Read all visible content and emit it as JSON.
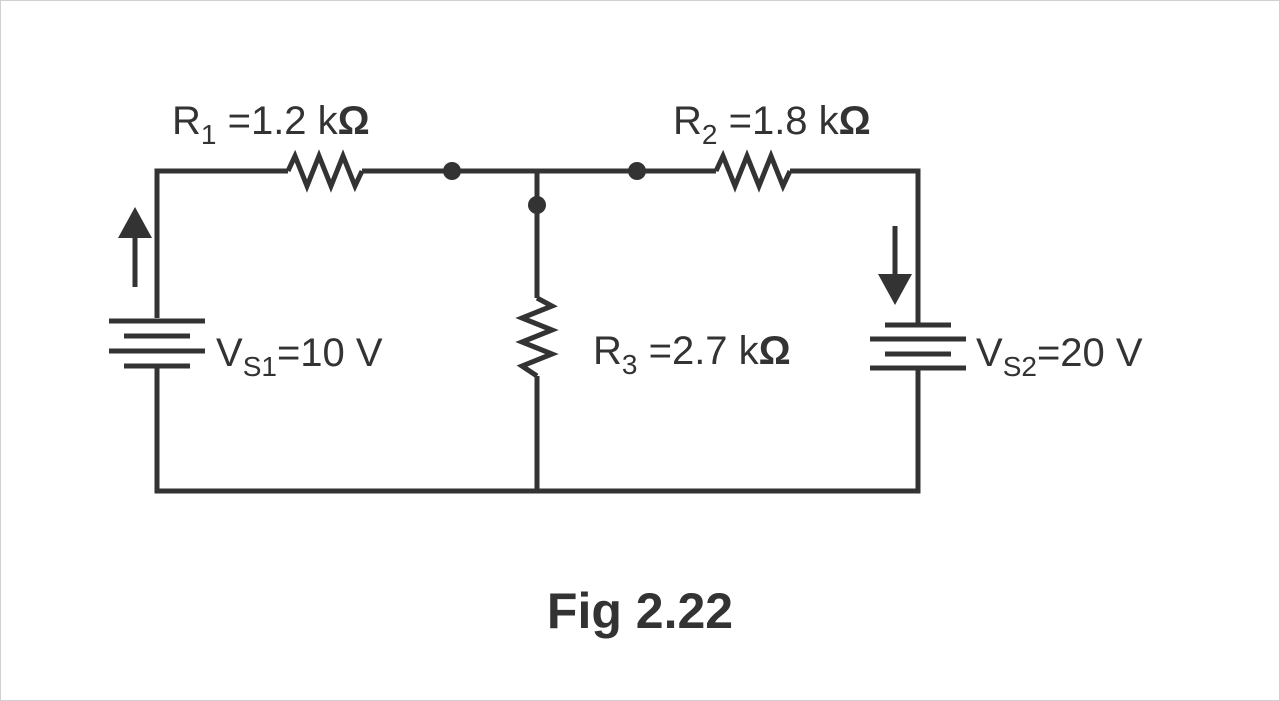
{
  "diagram": {
    "ink_color": "#333333",
    "caption": "Fig 2.22",
    "components": {
      "r1": {
        "symbol": "R",
        "sub": "1",
        "text": " =1.2 k",
        "unit": "Ω"
      },
      "r2": {
        "symbol": "R",
        "sub": "2",
        "text": " =1.8 k",
        "unit": "Ω"
      },
      "r3": {
        "symbol": "R",
        "sub": "3",
        "text": " =2.7 k",
        "unit": "Ω"
      },
      "vs1": {
        "symbol": "V",
        "sub": "S1",
        "text": "=10 V"
      },
      "vs2": {
        "symbol": "V",
        "sub": "S2",
        "text": "=20 V"
      }
    },
    "arrows": {
      "left": "up-arrow-icon",
      "right": "down-arrow-icon"
    }
  }
}
